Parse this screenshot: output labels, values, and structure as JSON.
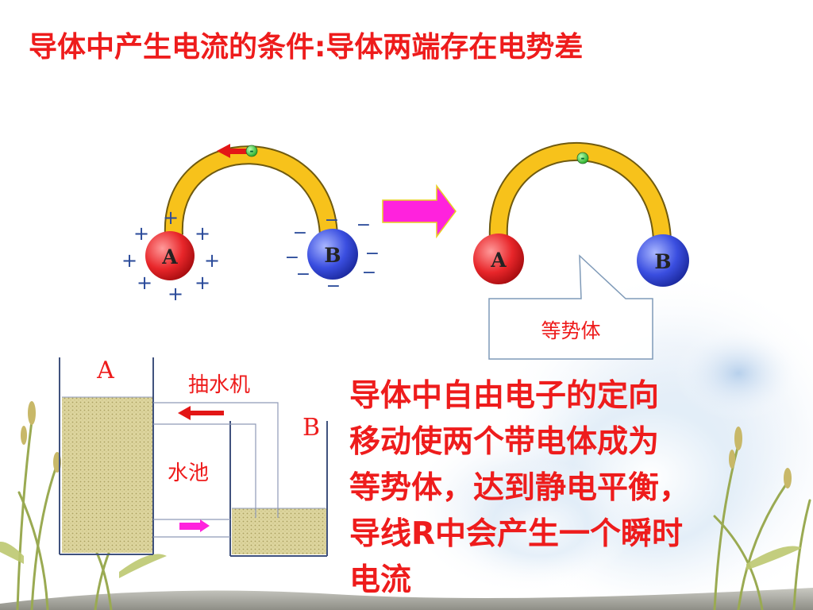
{
  "title": "导体中产生电流的条件:导体两端存在电势差",
  "top_diagram": {
    "before": {
      "sphere_a": "A",
      "sphere_b": "B",
      "plus_sign": "+",
      "minus_sign": "−",
      "electron_sign": "-"
    },
    "after": {
      "sphere_a": "A",
      "sphere_b": "B",
      "electron_sign": "-",
      "callout": "等势体"
    }
  },
  "water_analogy": {
    "tank_a": "A",
    "tank_b": "B",
    "pump_label": "抽水机",
    "pool_label": "水池"
  },
  "explanation": {
    "lines": [
      "导体中自由电子的定向",
      "移动使两个带电体成为",
      "等势体，达到静电平衡，",
      "导线R中会产生一个瞬时",
      "电流"
    ]
  },
  "colors": {
    "title_red": "#ee1c1c",
    "conductor_yellow": "#f7c21b",
    "sphere_red": "#e8262a",
    "sphere_blue": "#3a4ee0",
    "sign_blue": "#2a4a9a",
    "arrow_magenta": "#ff22dd",
    "electron_green": "#33bb33",
    "water_fill": "#d9d29a"
  }
}
